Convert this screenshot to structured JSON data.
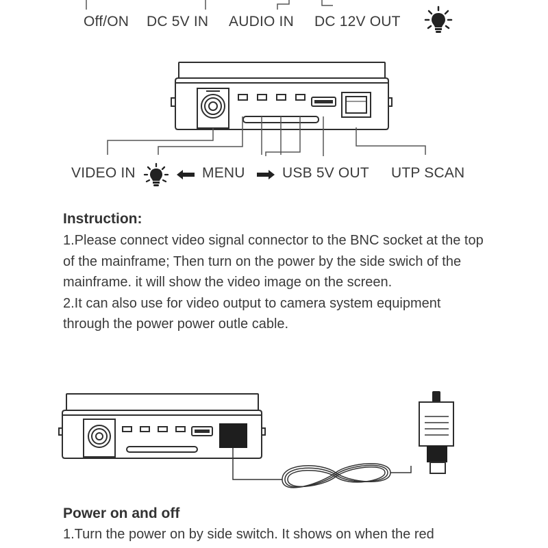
{
  "top_labels": [
    "Off/ON",
    "DC 5V IN",
    "AUDIO IN",
    "DC 12V OUT"
  ],
  "bottom_labels": {
    "video_in": "VIDEO IN",
    "menu": "MENU",
    "usb": "USB 5V OUT",
    "utp": "UTP SCAN"
  },
  "icons": [
    "bulb-icon",
    "bulb-icon",
    "left-arrow-icon",
    "right-arrow-icon",
    "power-cable-icon",
    "power-adapter-icon"
  ],
  "instruction": {
    "title": "Instruction:",
    "p1": "1.Please connect video signal connector to the BNC socket at the top of the mainframe; Then turn on the power by the side swich of the mainframe. it will show the video image on the screen.",
    "p2": "2.It can also use for video output to camera system equipment through the power power outle cable."
  },
  "power": {
    "title": "Power on and off",
    "p1": "1.Turn the power on by side switch. It shows on when the red"
  }
}
